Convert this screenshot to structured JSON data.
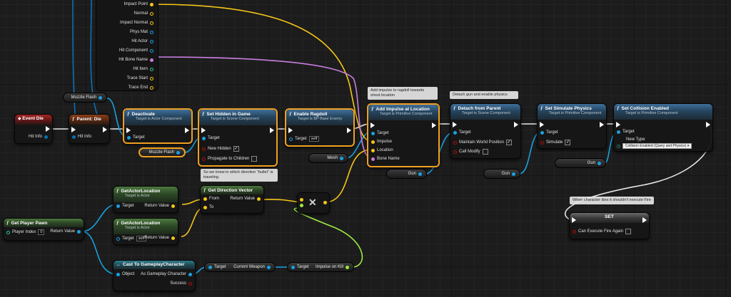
{
  "break_hit_pins": [
    "Impact Point",
    "Normal",
    "Impact Normal",
    "Phys Mat",
    "Hit Actor",
    "Hit Component",
    "Hit Bone Name",
    "Hit Item",
    "Trace Start",
    "Trace End"
  ],
  "nodes": {
    "event_die": {
      "title": "Event Die",
      "pin": "Hit Info"
    },
    "parent_die": {
      "title": "Parent: Die",
      "pin": "Hit Info"
    },
    "deactivate": {
      "title": "Deactivate",
      "sub": "Target is Actor Component",
      "pin": "Target"
    },
    "set_hidden": {
      "title": "Set Hidden in Game",
      "sub": "Target is Scene Component",
      "pin_target": "Target",
      "pin_new_hidden": "New Hidden",
      "pin_propagate": "Propagate to Children"
    },
    "enable_ragdoll": {
      "title": "Enable Ragdoll",
      "sub": "Target is BP Base Enemy",
      "pin": "Target",
      "self": "self"
    },
    "add_impulse": {
      "title": "Add Impulse at Location",
      "sub": "Target is Primitive Component",
      "pins": [
        "Target",
        "Impulse",
        "Location",
        "Bone Name"
      ]
    },
    "detach": {
      "title": "Detach from Parent",
      "sub": "Target is Scene Component",
      "pins": [
        "Target",
        "Maintain World Position",
        "Call Modify"
      ]
    },
    "sim_physics": {
      "title": "Set Simulate Physics",
      "sub": "Target is Primitive Component",
      "pins": [
        "Target",
        "Simulate"
      ]
    },
    "collision": {
      "title": "Set Collision Enabled",
      "sub": "Target is Primitive Component",
      "pins": [
        "Target",
        "New Type"
      ],
      "new_type_value": "Collision Enabled (Query and Physics)"
    },
    "get_actor_loc_1": {
      "title": "GetActorLocation",
      "sub": "Target is Actor",
      "pin_target": "Target",
      "pin_ret": "Return Value"
    },
    "get_actor_loc_2": {
      "title": "GetActorLocation",
      "sub": "Target is Actor",
      "pin_target": "Target",
      "self": "self",
      "pin_ret": "Return Value"
    },
    "get_dir": {
      "title": "Get Direction Vector",
      "pin_from": "From",
      "pin_to": "To",
      "pin_ret": "Return Value"
    },
    "get_pawn": {
      "title": "Get Player Pawn",
      "pin_index": "Player Index",
      "index_val": "0",
      "pin_ret": "Return Value"
    },
    "cast": {
      "title": "Cast To GameplayCharacter",
      "pin_object": "Object",
      "pin_as": "As Gameplay Character",
      "pin_success": "Success"
    },
    "current_weapon": {
      "pin_target": "Target",
      "pin_out": "Current Weapon"
    },
    "impulse_on_kill": {
      "pin_target": "Target",
      "pin_out": "Impulse on Kill"
    },
    "set_node": {
      "title": "SET",
      "pin": "Can Execute Fire Again"
    }
  },
  "vars": {
    "muzzle_flash_1": "Muzzle Flash",
    "muzzle_flash_2": "Muzzle Flash",
    "mesh": "Mesh",
    "gun_1": "Gun",
    "gun_2": "Gun",
    "gun_3": "Gun"
  },
  "comments": {
    "impulse": "Add impulse to ragdoll towards shoot location",
    "detach": "Detach gun and enable physics",
    "direction": "So we know in which direction \"bullet\" is traveling.",
    "set": "When character dies it shouldn't execute Fire"
  },
  "colors": {
    "exec": "#ffffff",
    "struct": "#0a6fb0",
    "object": "#1aa0e0",
    "vector": "#f5c518",
    "name": "#c87de0",
    "bool": "#7a0a0a",
    "float": "#9de840",
    "byte": "#2c7a6f"
  }
}
